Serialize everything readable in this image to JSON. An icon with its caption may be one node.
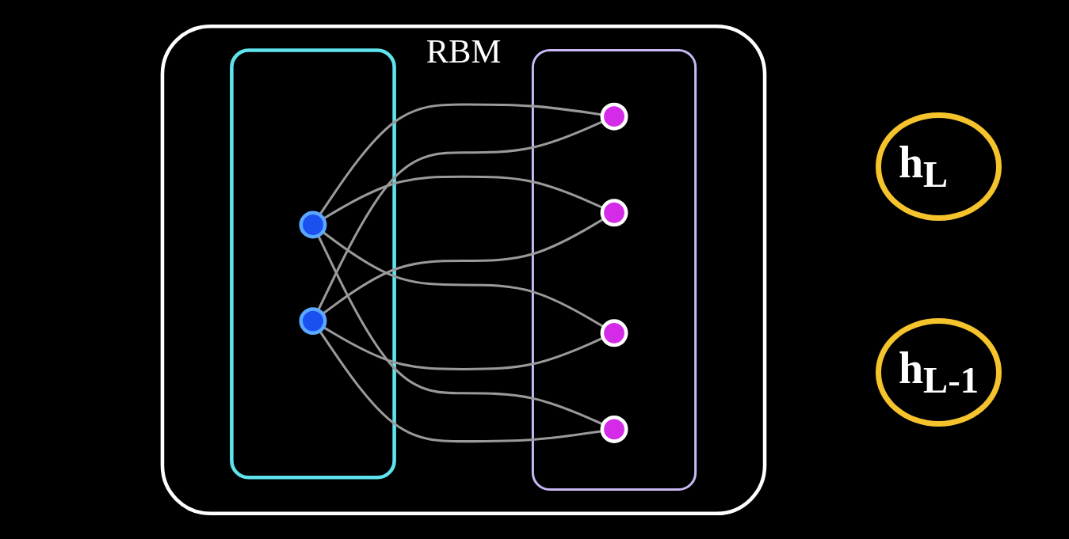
{
  "diagram": {
    "nodes": [
      {
        "text": [
          "RBM"
        ]
      },
      {
        "text": [],
        "shape": "box",
        "in": 0
      },
      {
        "text": [],
        "shape": "circle",
        "in": 1
      },
      {
        "text": [],
        "shape": "circle",
        "in": 1
      },
      {
        "text": [],
        "shape": "box",
        "in": 0
      },
      {
        "text": [],
        "shape": "circle",
        "in": 4
      },
      {
        "text": [],
        "shape": "circle",
        "in": 4
      },
      {
        "text": [],
        "shape": "circle",
        "in": 4
      },
      {
        "text": [],
        "shape": "circle",
        "in": 4
      }
    ],
    "edges": [
      {
        "from": 2,
        "to": 5,
        "arrow": "none"
      },
      {
        "from": 2,
        "to": 6,
        "arrow": "none"
      },
      {
        "from": 2,
        "to": 7,
        "arrow": "none"
      },
      {
        "from": 2,
        "to": 8,
        "arrow": "none"
      },
      {
        "from": 3,
        "to": 5,
        "arrow": "none"
      },
      {
        "from": 3,
        "to": 6,
        "arrow": "none"
      },
      {
        "from": 3,
        "to": 7,
        "arrow": "none"
      },
      {
        "from": 3,
        "to": 8,
        "arrow": "none"
      }
    ],
    "labels": [
      "h$_{L}$",
      "h$_{L-1}$"
    ]
  }
}
